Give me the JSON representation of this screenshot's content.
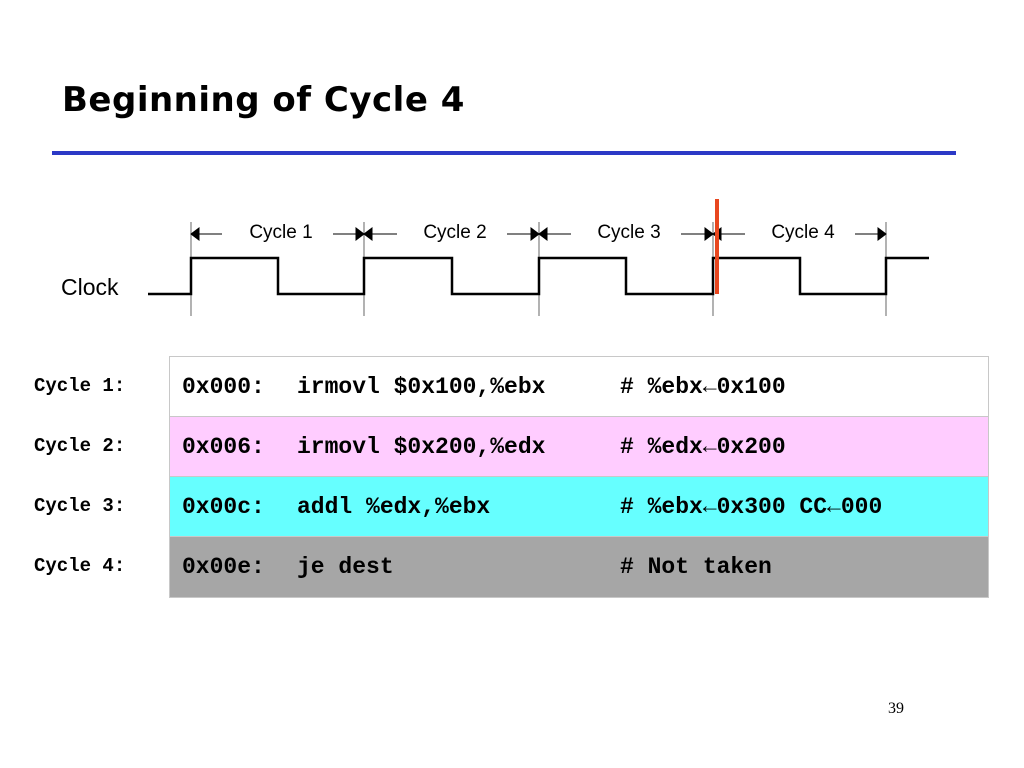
{
  "slide": {
    "title": "Beginning of Cycle 4",
    "page_number": "39",
    "colors": {
      "title_rule": "#2b39c6",
      "current_time_marker": "#e8471f"
    }
  },
  "timing": {
    "signal_label": "Clock",
    "cycles": [
      "Cycle 1",
      "Cycle 2",
      "Cycle 3",
      "Cycle 4"
    ],
    "current_cycle_marker": "Cycle 4"
  },
  "trace": {
    "rows": [
      {
        "label": "Cycle 1:",
        "address": "0x000:",
        "instruction": "irmovl $0x100,%ebx",
        "comment": "# %ebx←0x100",
        "bg": "#ffffff"
      },
      {
        "label": "Cycle 2:",
        "address": "0x006:",
        "instruction": "irmovl $0x200,%edx",
        "comment": "# %edx←0x200",
        "bg": "#ffccff"
      },
      {
        "label": "Cycle 3:",
        "address": "0x00c:",
        "instruction": "addl %edx,%ebx",
        "comment": "# %ebx←0x300 CC←000",
        "bg": "#66ffff"
      },
      {
        "label": "Cycle 4:",
        "address": "0x00e:",
        "instruction": "je dest",
        "comment": "# Not taken",
        "bg": "#a6a6a6"
      }
    ]
  }
}
